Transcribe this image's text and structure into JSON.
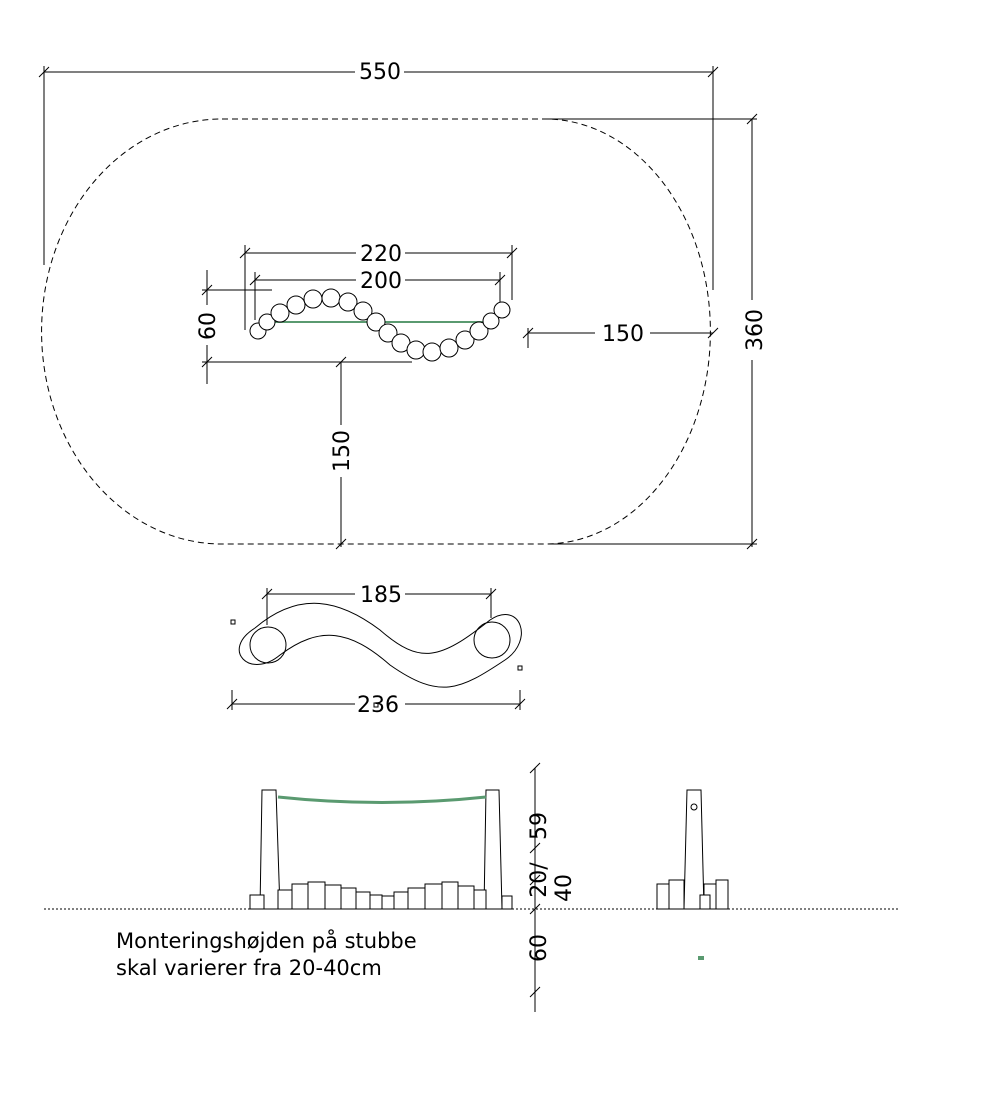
{
  "drawing": {
    "dimensions": {
      "overall_width": "550",
      "overall_depth": "360",
      "span_outer": "220",
      "span_inner": "200",
      "offset_depth": "60",
      "clearance_right": "150",
      "clearance_front": "150",
      "plan_span": "185",
      "plan_length": "236",
      "rope_height": "59",
      "stump_height": "20/",
      "stump_height_max": "40",
      "foundation_depth": "60"
    },
    "note": {
      "line1": "Monteringshøjden på stubbe",
      "line2": "skal varierer fra 20-40cm"
    },
    "colors": {
      "rope": "#5a9a70",
      "line": "#000000"
    }
  }
}
